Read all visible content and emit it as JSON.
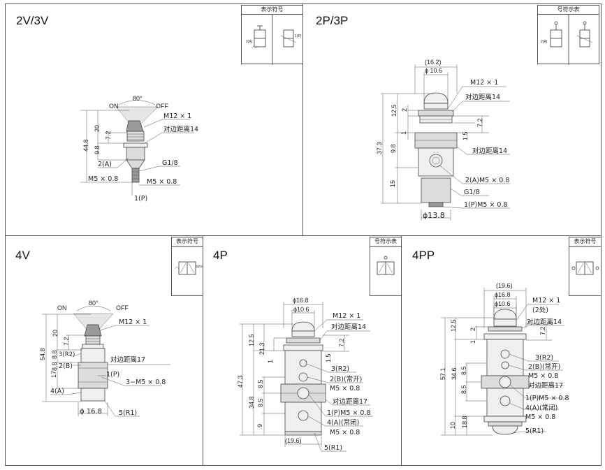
{
  "panels": {
    "p2v": {
      "title": "2V/3V",
      "sym_header": "表示符号",
      "labels": {
        "angle": "80°",
        "on": "ON",
        "off": "OFF",
        "thread": "M12 × 1",
        "hex": "对边距离14",
        "port_a": "2(A)",
        "g": "G1/8",
        "m5_left": "M5 × 0.8",
        "m5_right": "M5 × 0.8",
        "port_p": "1(P)"
      },
      "dims": {
        "d20": "20",
        "d72": "7.2",
        "d98": "9.8",
        "d448": "44.8"
      }
    },
    "p2p": {
      "title": "2P/3P",
      "sym_header": "号符示表",
      "labels": {
        "thread": "M12 × 1",
        "hex1": "对边距离14",
        "hex2": "对边距离14",
        "port_a": "2(A)M5 × 0.8",
        "g": "G1/8",
        "port_p": "1(P)M5 × 0.8"
      },
      "dims": {
        "d162": "(16.2)",
        "d106": "ϕ 10.6",
        "d125": "12.5",
        "d2": "2",
        "d1": "1",
        "d98": "9.8",
        "d373": "37.3",
        "d15": "15",
        "d72": "7.2",
        "d15b": "1.5",
        "d138": "ϕ13.8"
      }
    },
    "p4v": {
      "title": "4V",
      "sym_header": "表示符号",
      "labels": {
        "angle": "80°",
        "on": "ON",
        "off": "OFF",
        "thread": "M12 × 1",
        "r2": "3(R2)",
        "b": "2(B)",
        "hex": "对边距离17",
        "p": "1(P)",
        "m5": "3−M5 × 0.8",
        "a": "4(A)",
        "r1": "5(R1)"
      },
      "dims": {
        "d20": "20",
        "d72": "7.2",
        "d88a": "8.8",
        "d88b": "8.8",
        "d17": "17",
        "d548": "54.8",
        "d168": "ϕ 16.8"
      }
    },
    "p4p": {
      "title": "4P",
      "sym_header": "号符示表",
      "labels": {
        "thread": "M12 × 1",
        "hex14": "对边距离14",
        "r2": "3(R2)",
        "b": "2(B)(常开)",
        "m5a": "M5 × 0.8",
        "hex17": "对边距离17",
        "p": "1(P)M5 × 0.8",
        "a": "4(A)(常闭)",
        "m5b": "M5 × 0.8",
        "r1": "5(R1)"
      },
      "dims": {
        "d168": "ϕ16.8",
        "d106": "ϕ10.6",
        "d125": "12.5",
        "d213": "21.3",
        "d1": "1",
        "d473": "47.3",
        "d348": "34.8",
        "d85a": "8.5",
        "d85b": "8.5",
        "d9": "9",
        "d72": "7.2",
        "d15": "1.5",
        "d196": "(19.6)"
      }
    },
    "p4pp": {
      "title": "4PP",
      "sym_header": "表示符号",
      "labels": {
        "thread": "M12 × 1",
        "two": "(2处)",
        "hex14": "对边距离14",
        "r2": "3(R2)",
        "b": "2(B)(常开)",
        "m5a": "M5 × 0.8",
        "hex17": "对边距离17",
        "p": "1(P)M5 × 0.8",
        "a": "4(A)(常闭)",
        "m5b": "M5 × 0.8",
        "r1": "5(R1)"
      },
      "dims": {
        "d196": "(19.6)",
        "d168": "ϕ16.8",
        "d106": "ϕ10.6",
        "d125": "12.5",
        "d2": "2",
        "d1": "1",
        "d571": "57.1",
        "d346": "34.6",
        "d85a": "8.5",
        "d85b": "8.5",
        "d10": "10",
        "d188": "18.8",
        "d72": "7.2"
      }
    }
  }
}
